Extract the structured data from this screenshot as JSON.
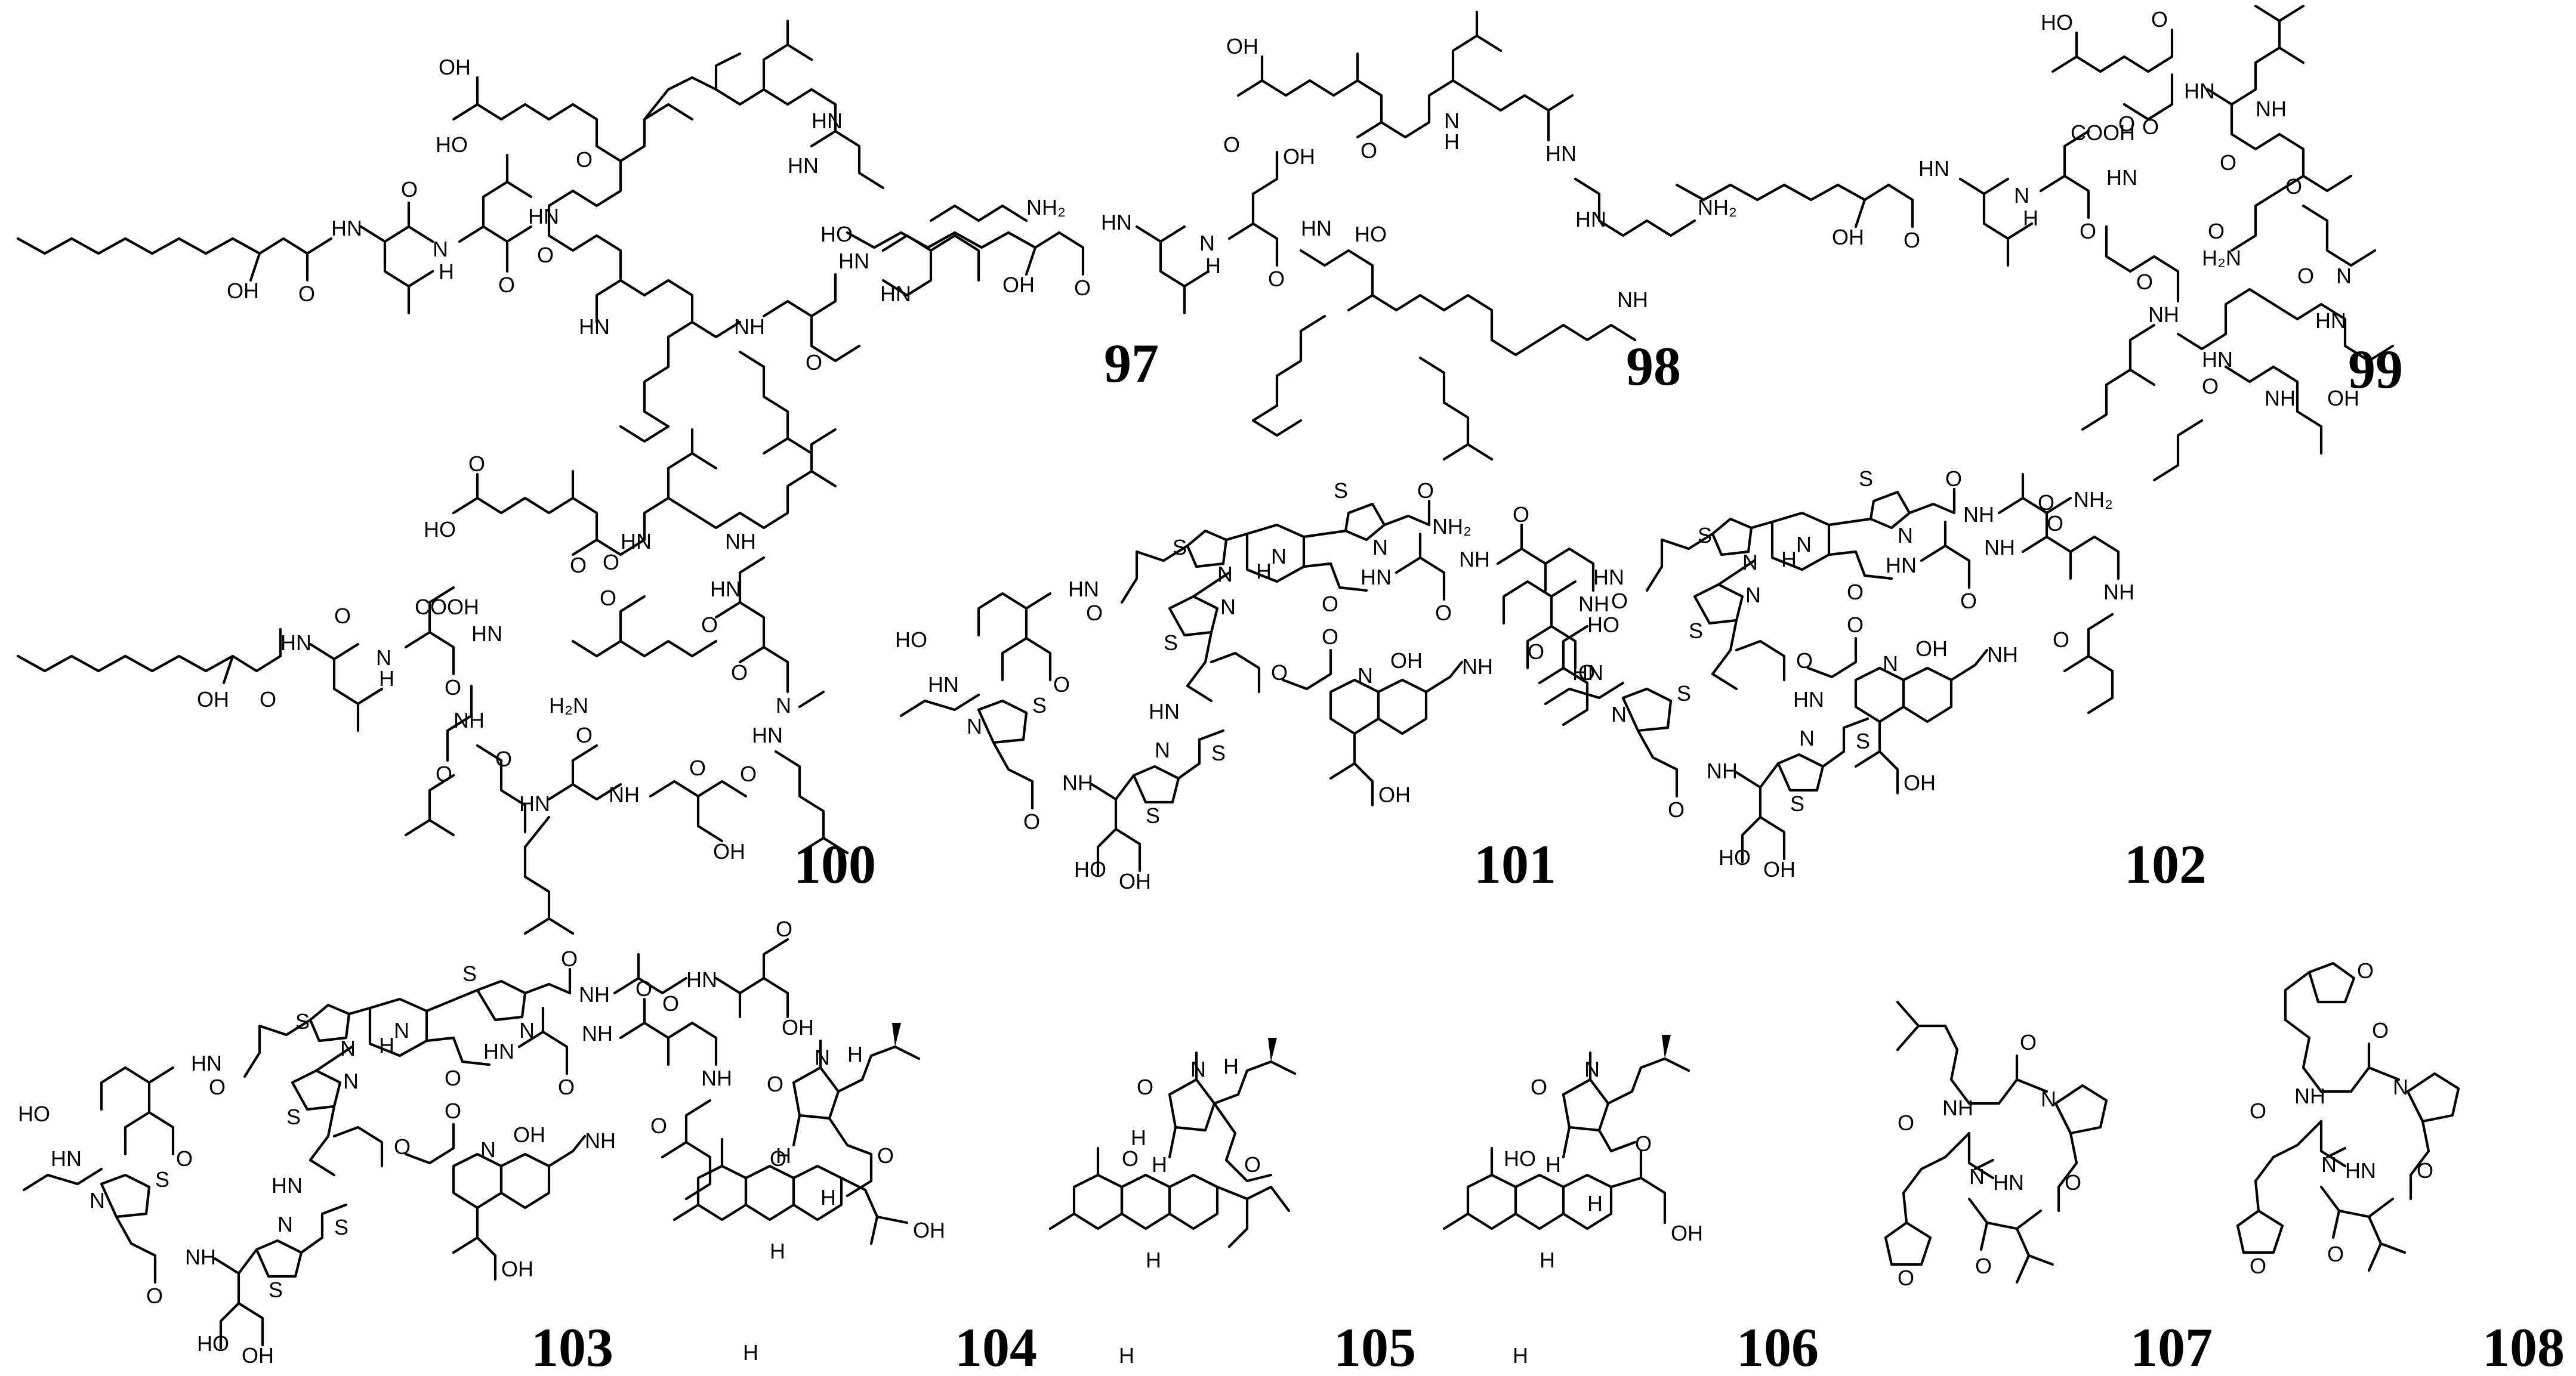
{
  "compounds": [
    {
      "id": "97"
    },
    {
      "id": "98"
    },
    {
      "id": "99"
    },
    {
      "id": "100"
    },
    {
      "id": "101"
    },
    {
      "id": "102"
    },
    {
      "id": "103"
    },
    {
      "id": "104"
    },
    {
      "id": "105"
    },
    {
      "id": "106"
    },
    {
      "id": "107"
    },
    {
      "id": "108"
    }
  ],
  "atom_labels": {
    "oh": "OH",
    "ho": "HO",
    "o": "O",
    "n": "N",
    "s": "S",
    "h": "H",
    "nh": "NH",
    "hn": "HN",
    "hnr": "HN",
    "nh2": "NH₂",
    "h2n": "H₂N",
    "cooh": "COOH",
    "ho_o": "HO"
  }
}
